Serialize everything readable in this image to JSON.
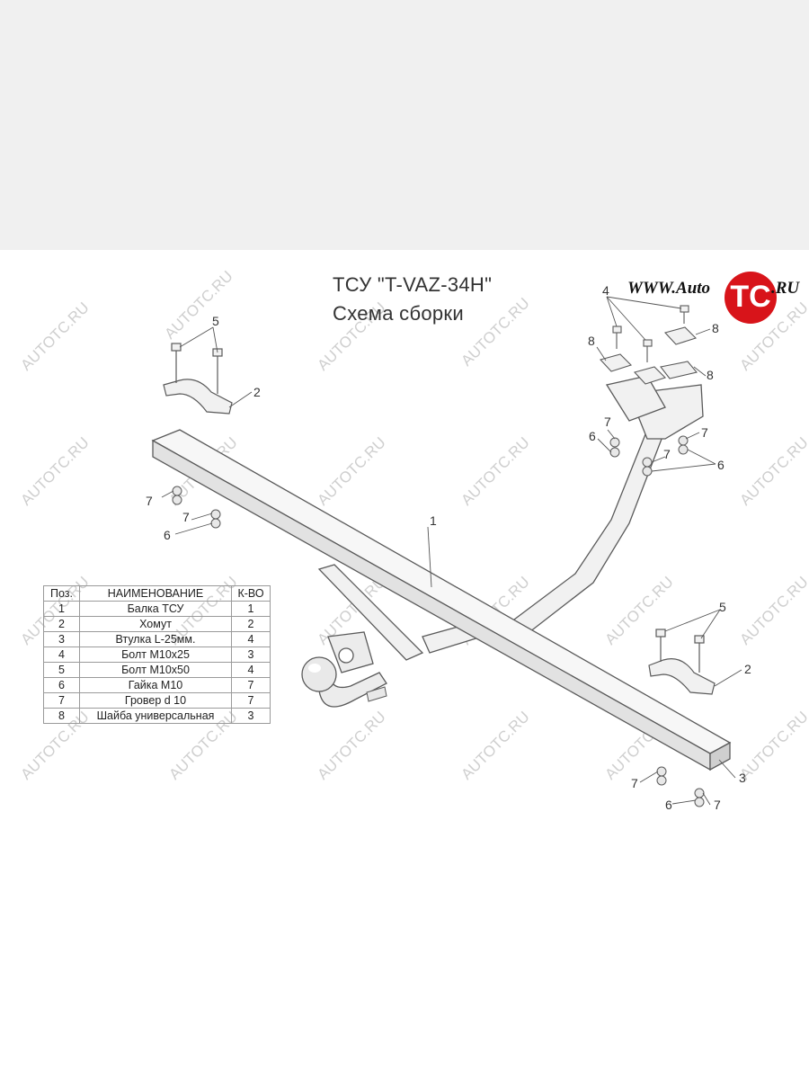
{
  "title": "ТСУ \"T-VAZ-34H\"",
  "subtitle": "Схема сборки",
  "logo": {
    "prefix": "WWW.Auto",
    "mark": "TC",
    "suffix": ".RU"
  },
  "watermark": "AUTOTC.RU",
  "table": {
    "headers": [
      "Поз.",
      "НАИМЕНОВАНИЕ",
      "К-ВО"
    ],
    "rows": [
      [
        "1",
        "Балка ТСУ",
        "1"
      ],
      [
        "2",
        "Хомут",
        "2"
      ],
      [
        "3",
        "Втулка L-25мм.",
        "4"
      ],
      [
        "4",
        "Болт М10х25",
        "3"
      ],
      [
        "5",
        "Болт М10х50",
        "4"
      ],
      [
        "6",
        "Гайка  М10",
        "7"
      ],
      [
        "7",
        "Гровер d 10",
        "7"
      ],
      [
        "8",
        "Шайба универсальная",
        "3"
      ]
    ]
  },
  "callouts": [
    "1",
    "2",
    "3",
    "4",
    "5",
    "6",
    "7",
    "8"
  ],
  "colors": {
    "part_fill": "#f1f1f1",
    "part_stroke": "#5a5a5a",
    "logo_red": "#d8141a",
    "watermark": "#cfcfcf"
  }
}
